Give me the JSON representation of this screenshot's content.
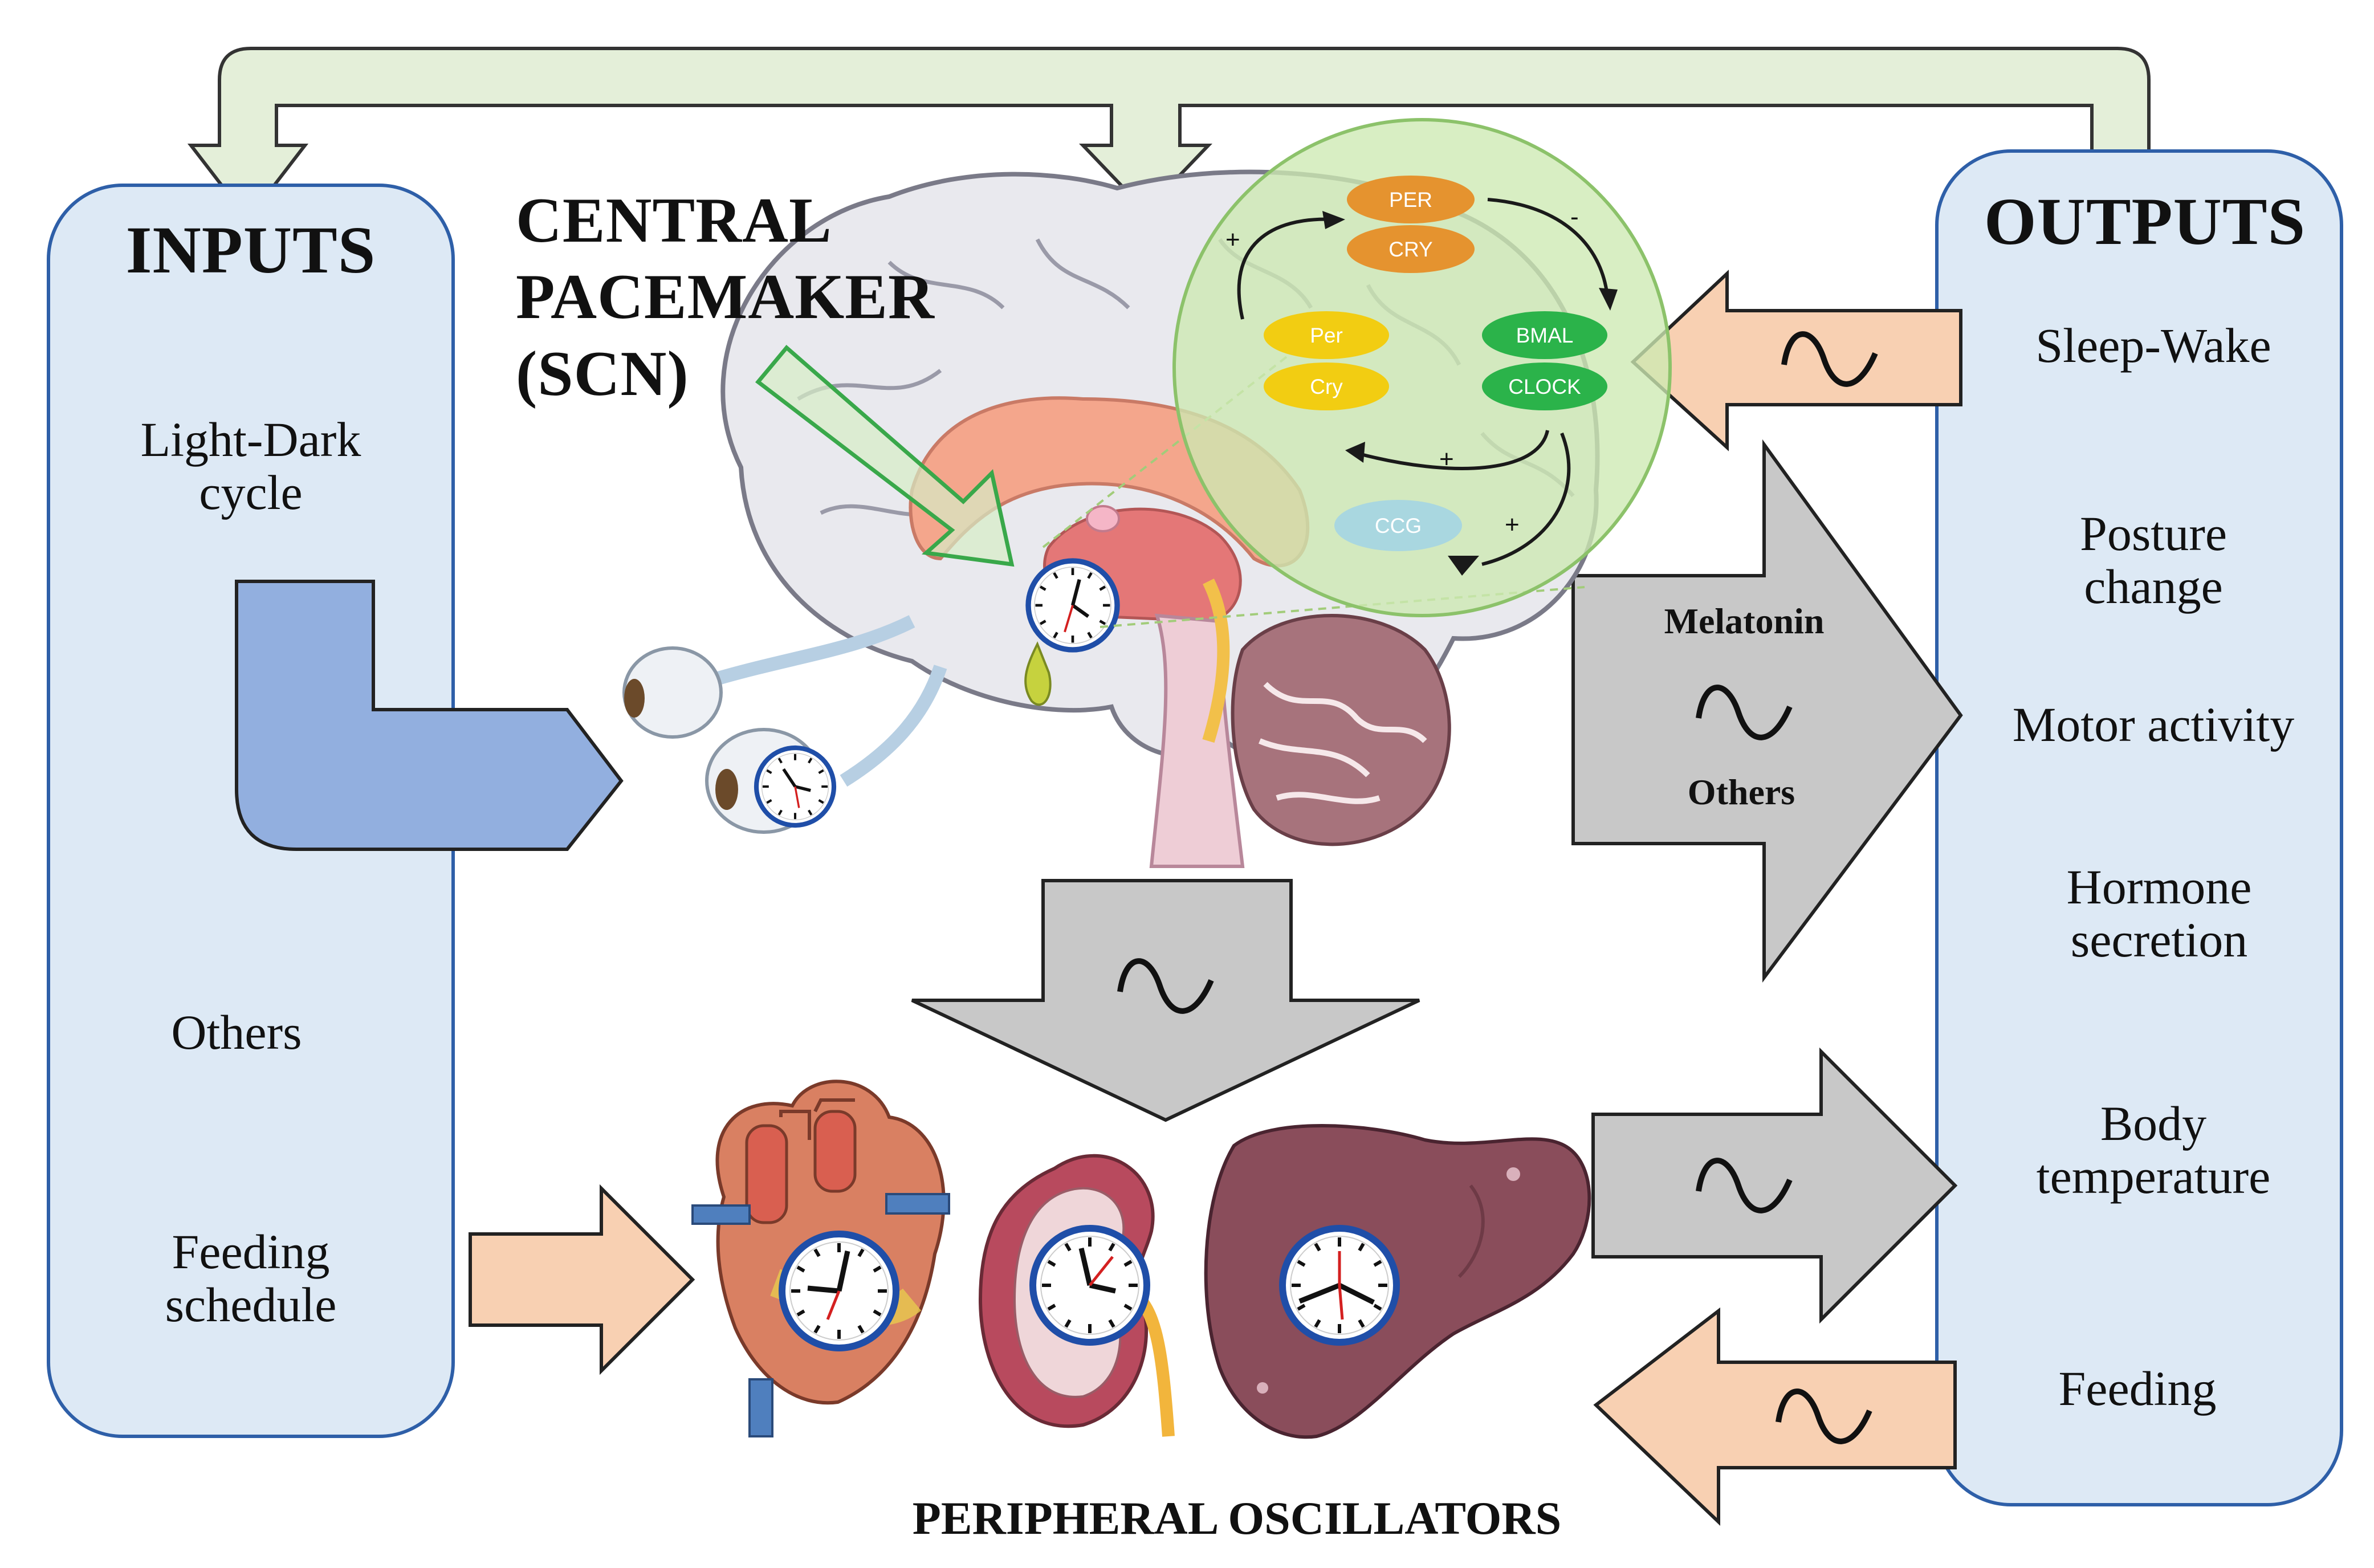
{
  "inputs": {
    "title": "INPUTS",
    "items": [
      "Light-Dark\ncycle",
      "Others",
      "Feeding\nschedule"
    ]
  },
  "outputs": {
    "title": "OUTPUTS",
    "items": [
      "Sleep-Wake",
      "Posture\nchange",
      "Motor activity",
      "Hormone\nsecretion",
      "Body\ntemperature",
      "Feeding"
    ]
  },
  "central": {
    "title": "CENTRAL\nPACEMAKER\n(SCN)"
  },
  "clock_genes": {
    "PER": "PER",
    "CRY": "CRY",
    "Per": "Per",
    "Cry": "Cry",
    "BMAL": "BMAL",
    "CLOCK": "CLOCK",
    "CCG": "CCG",
    "signs": [
      "+",
      "-",
      "+",
      "+"
    ]
  },
  "signals": {
    "melatonin": "Melatonin",
    "others": "Others"
  },
  "peripheral": {
    "title": "PERIPHERAL OSCILLATORS"
  },
  "colors": {
    "box_fill": "#dde9f5",
    "box_stroke": "#2e5fa8",
    "feedback_arrow": "#e4efd9",
    "peach_arrow": "#f8d0b2",
    "grey_arrow": "#c8c8c8",
    "blue_arrow": "#92afdf",
    "clock_zoom": "#cde9b2"
  }
}
